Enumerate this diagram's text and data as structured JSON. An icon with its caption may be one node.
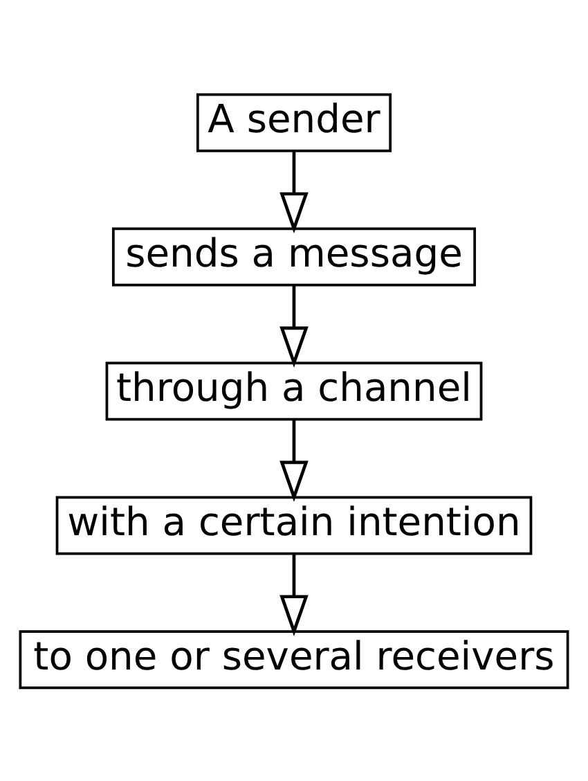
{
  "diagram": {
    "nodes": [
      {
        "text": [
          "A sender"
        ]
      },
      {
        "text": [
          "sends a message"
        ]
      },
      {
        "text": [
          "through a channel"
        ]
      },
      {
        "text": [
          "with a certain intention"
        ]
      },
      {
        "text": [
          "to one or several receivers"
        ]
      }
    ],
    "edges": [
      {
        "from": 0,
        "to": 1,
        "arrow": "to"
      },
      {
        "from": 1,
        "to": 2,
        "arrow": "to"
      },
      {
        "from": 2,
        "to": 3,
        "arrow": "to"
      },
      {
        "from": 3,
        "to": 4,
        "arrow": "to"
      }
    ]
  }
}
